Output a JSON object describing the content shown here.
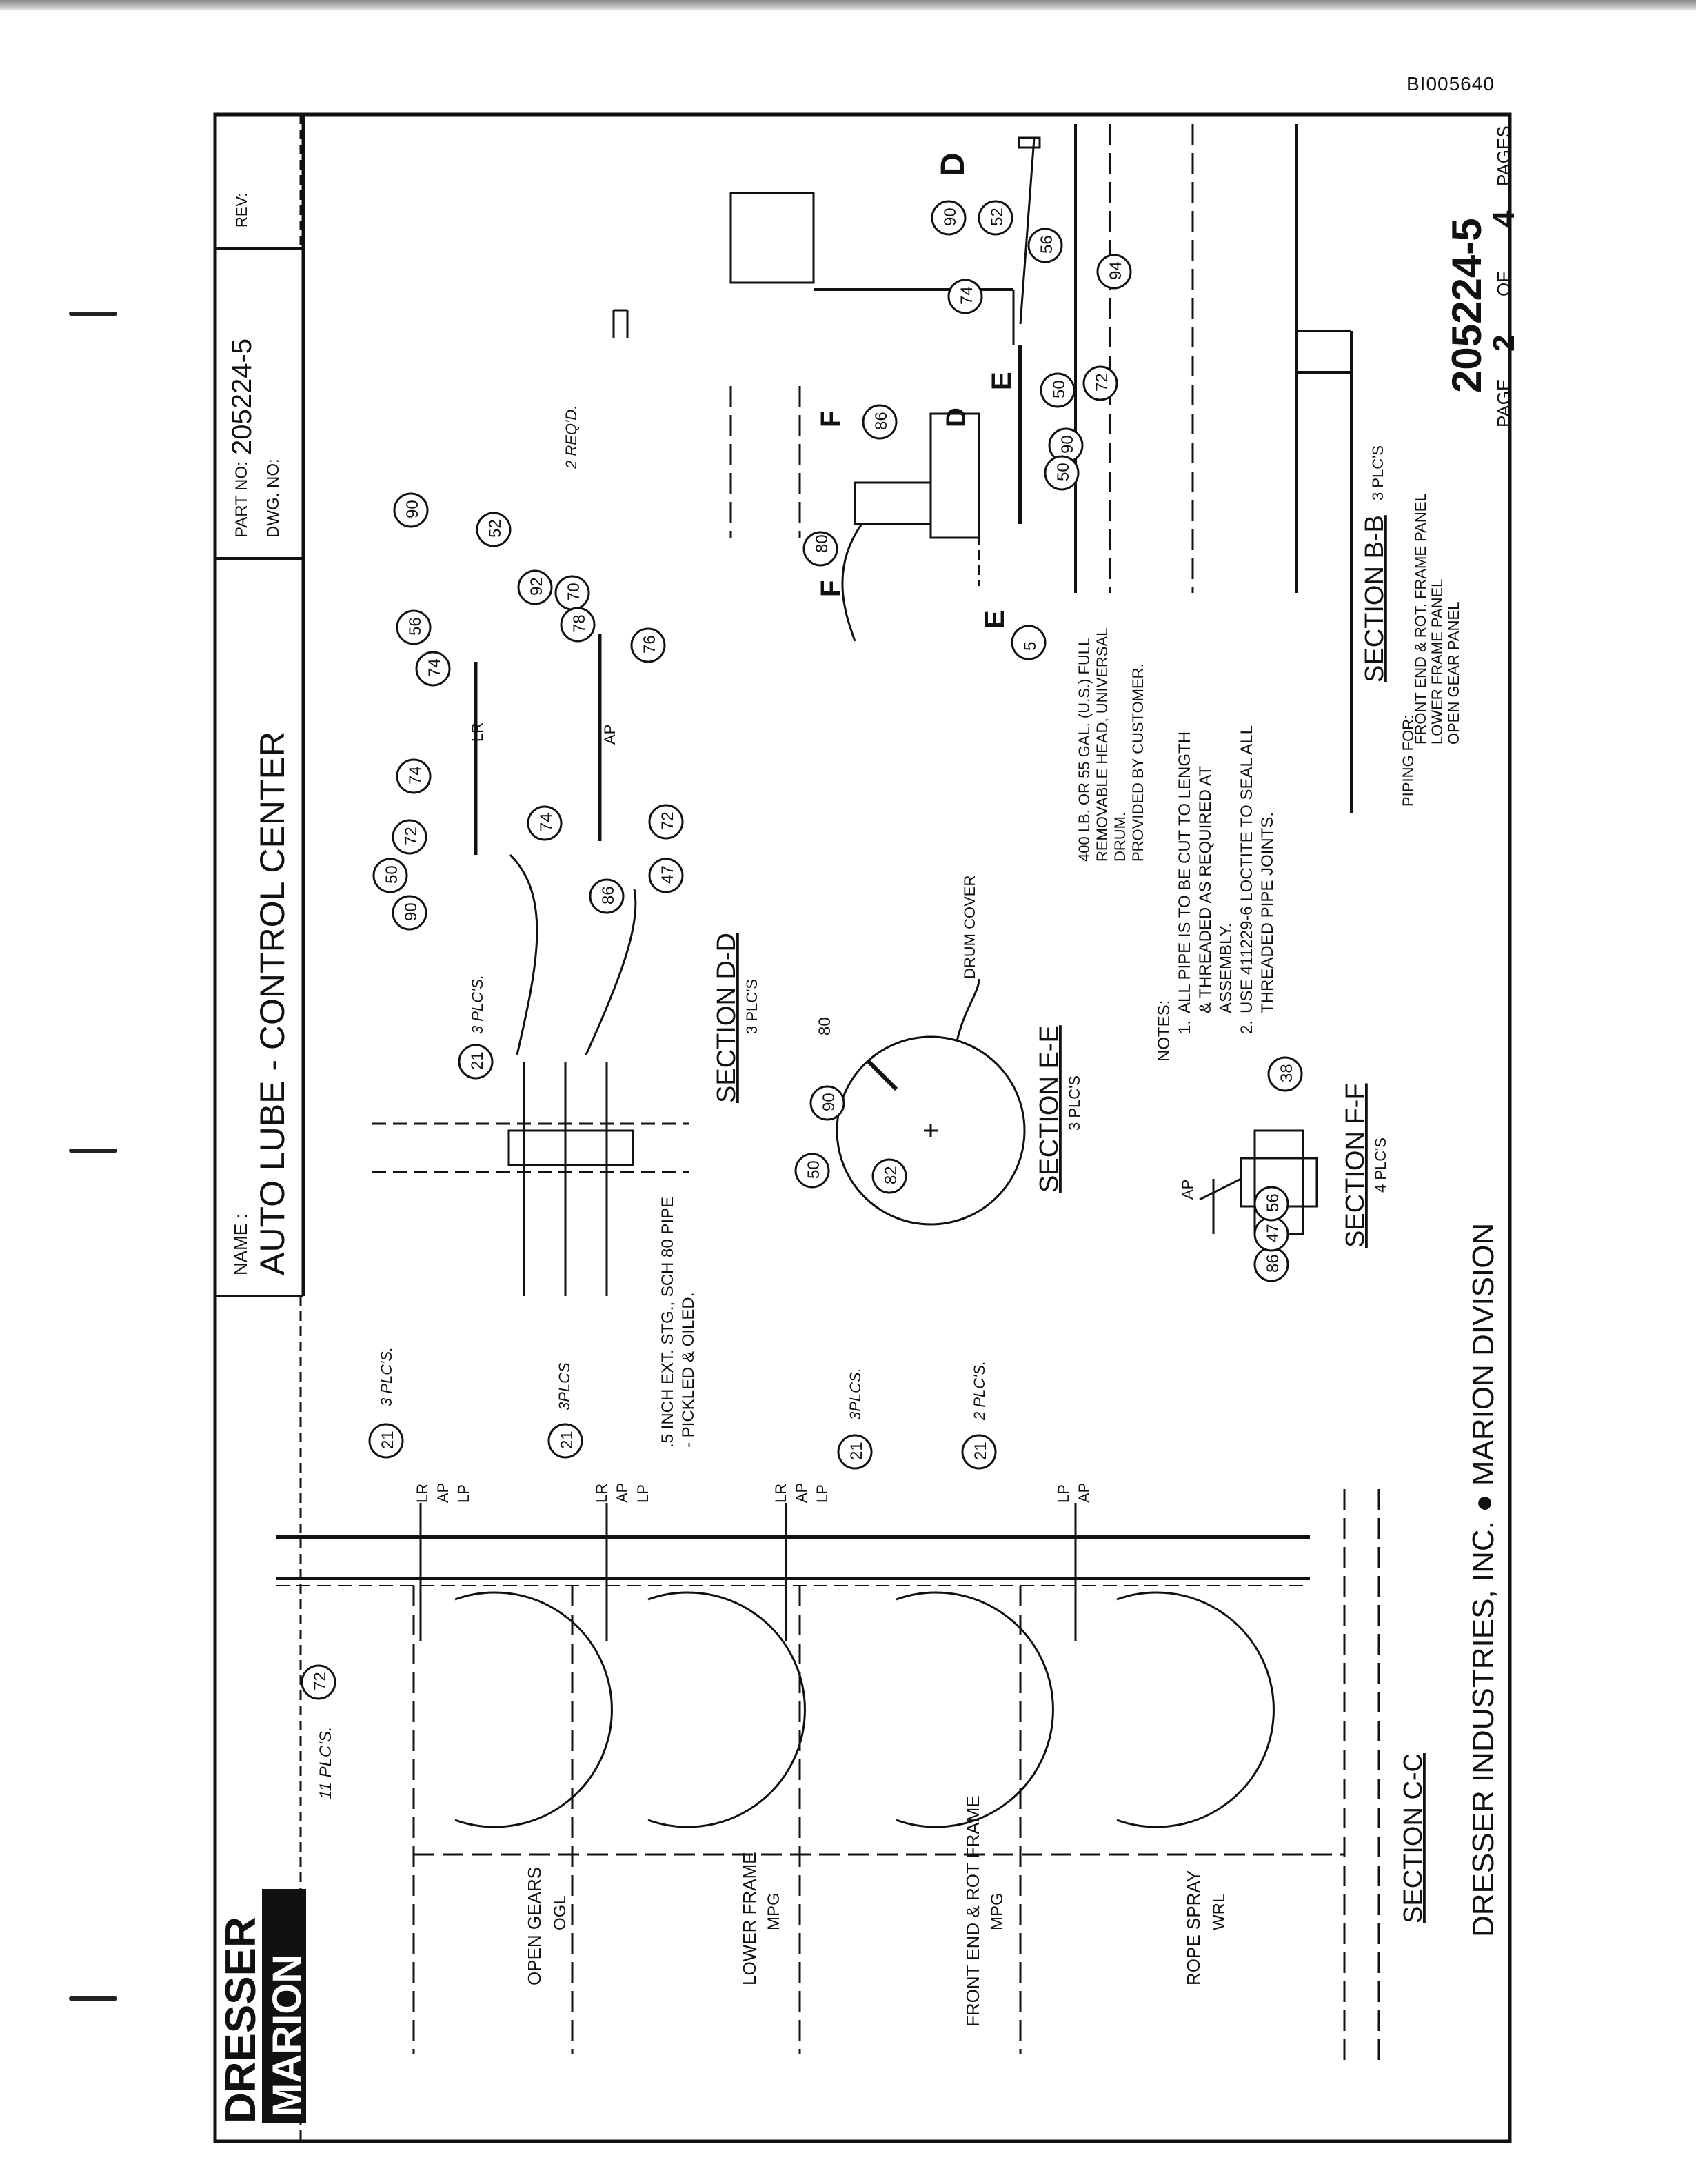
{
  "doc_id": "BI005640",
  "title_block": {
    "name_label": "NAME :",
    "name_value": "AUTO LUBE - CONTROL CENTER",
    "part_label": "PART NO:",
    "part_value": "205224-5",
    "dwg_label": "DWG. NO:",
    "rev_label": "REV:"
  },
  "logo": {
    "top": "DRESSER",
    "bottom": "MARION"
  },
  "footer": {
    "company": "DRESSER INDUSTRIES, INC. ● MARION DIVISION",
    "drawing_number": "205224-5",
    "page_label": "PAGE",
    "page_num": "2",
    "of_label": "OF",
    "page_total": "4",
    "pages_label": "PAGES"
  },
  "section_cc": {
    "title": "SECTION C-C",
    "qty_72": "11 PLC'S.",
    "rows": [
      {
        "label": "OPEN GEARS",
        "sub": "OGL",
        "qty": "3 PLC'S.",
        "lines": [
          "LR",
          "AP",
          "LP"
        ]
      },
      {
        "label": "LOWER FRAME",
        "sub": "MPG",
        "qty": "3PLCS",
        "lines": [
          "LR",
          "AP",
          "LP"
        ]
      },
      {
        "label": "FRONT END & ROT FRAME",
        "sub": "MPG",
        "qty": "3PLCS.",
        "lines": [
          "LR",
          "AP",
          "LP"
        ]
      },
      {
        "label": "ROPE SPRAY",
        "sub": "WRL",
        "qty": "2 PLC'S.",
        "lines": [
          "LP",
          "AP"
        ]
      }
    ]
  },
  "pipe_note": [
    ".5 INCH EXT. STG., SCH 80 PIPE",
    "- PICKLED & OILED."
  ],
  "section_dd": {
    "title": "SECTION D-D",
    "sub": "3 PLC'S",
    "qty_21": "3 PLC'S.",
    "req_note": "2 REQ'D."
  },
  "section_ee": {
    "title": "SECTION E-E",
    "sub": "3 PLC'S",
    "drum_cover": "DRUM COVER"
  },
  "section_ff": {
    "title": "SECTION F-F",
    "sub": "4 PLC'S"
  },
  "section_bb": {
    "title": "SECTION B-B",
    "sub": "3 PLC'S",
    "piping_for": "PIPING FOR:",
    "piping_items": [
      "FRONT END & ROT. FRAME PANEL",
      "LOWER FRAME PANEL",
      "OPEN GEAR PANEL"
    ],
    "drum_note": [
      "400 LB. OR 55 GAL. (U.S.) FULL",
      "REMOVABLE HEAD, UNIVERSAL",
      "DRUM.",
      "PROVIDED BY CUSTOMER."
    ]
  },
  "notes": {
    "heading": "NOTES:",
    "items": [
      {
        "num": "1.",
        "lines": [
          "ALL PIPE IS TO BE CUT TO LENGTH",
          "& THREADED AS REQUIRED AT",
          "ASSEMBLY."
        ]
      },
      {
        "num": "2.",
        "lines": [
          "USE 411229-6 LOCTITE TO SEAL ALL",
          "THREADED PIPE JOINTS."
        ]
      }
    ]
  },
  "balloons": [
    "21",
    "72",
    "90",
    "50",
    "74",
    "56",
    "52",
    "92",
    "70",
    "78",
    "76",
    "86",
    "47",
    "82",
    "38",
    "5",
    "80",
    "94"
  ]
}
